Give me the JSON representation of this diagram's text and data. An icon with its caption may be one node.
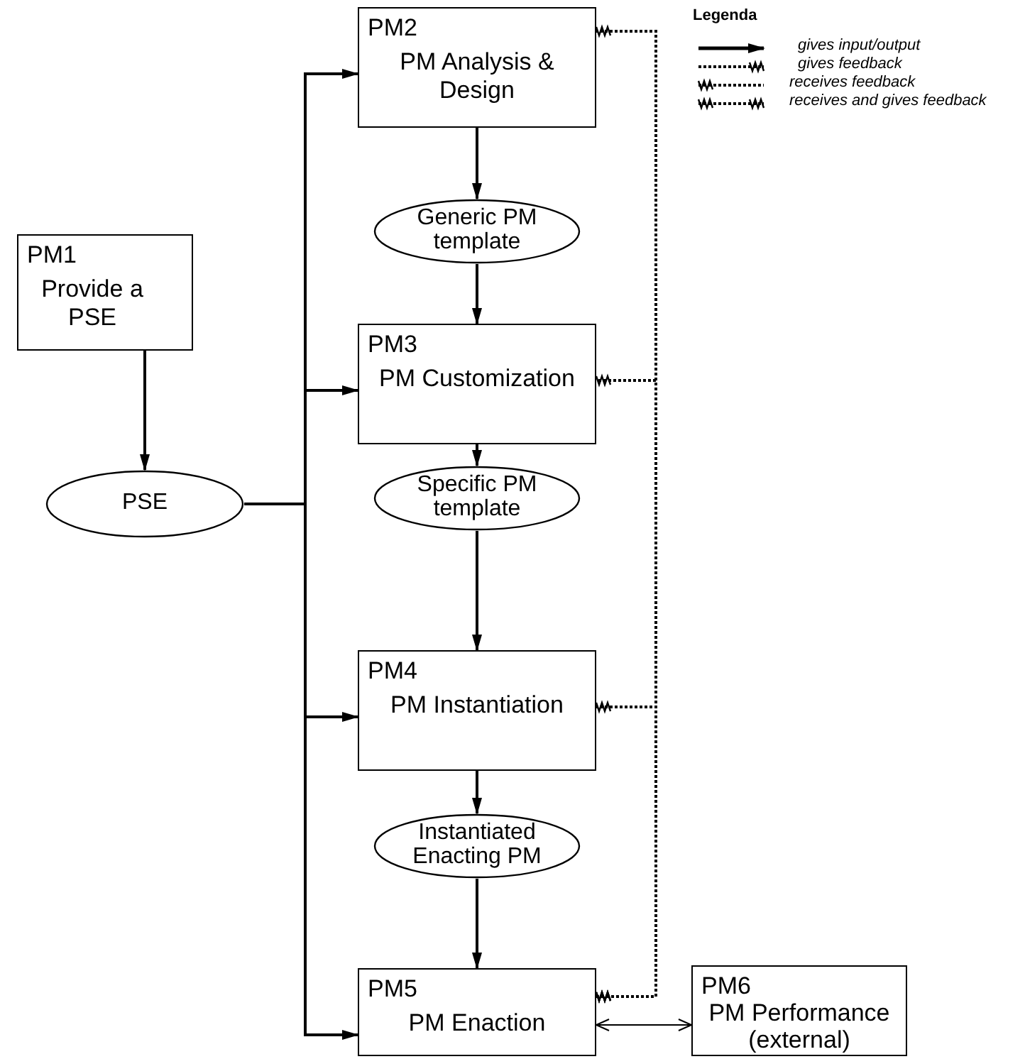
{
  "diagram": {
    "nodes": [
      {
        "text": [
          "PM1",
          "Provide a PSE"
        ]
      },
      {
        "text": [
          "PSE"
        ]
      },
      {
        "text": [
          "PM2",
          "PM Analysis & Design"
        ]
      },
      {
        "text": [
          "Generic PM template"
        ]
      },
      {
        "text": [
          "PM3",
          "PM Customization"
        ]
      },
      {
        "text": [
          "Specific PM template"
        ]
      },
      {
        "text": [
          "PM4",
          "PM Instantiation"
        ]
      },
      {
        "text": [
          "Instantiated Enacting PM"
        ]
      },
      {
        "text": [
          "PM5",
          "PM Enaction"
        ]
      },
      {
        "text": [
          "PM6",
          "PM Performance (external)"
        ]
      }
    ],
    "edges": [
      {
        "from": 0,
        "to": 1,
        "arrow": "to"
      },
      {
        "from": 1,
        "to": 2,
        "arrow": "to"
      },
      {
        "from": 1,
        "to": 4,
        "arrow": "to"
      },
      {
        "from": 1,
        "to": 6,
        "arrow": "to"
      },
      {
        "from": 1,
        "to": 8,
        "arrow": "to"
      },
      {
        "from": 2,
        "to": 3,
        "arrow": "to"
      },
      {
        "from": 3,
        "to": 4,
        "arrow": "to"
      },
      {
        "from": 4,
        "to": 5,
        "arrow": "to"
      },
      {
        "from": 5,
        "to": 6,
        "arrow": "to"
      },
      {
        "from": 6,
        "to": 7,
        "arrow": "to"
      },
      {
        "from": 7,
        "to": 8,
        "arrow": "to"
      },
      {
        "from": 8,
        "to": 9,
        "arrow": "both"
      },
      {
        "from": 8,
        "to": 2,
        "arrow": "other",
        "style": "dashed"
      },
      {
        "from": 8,
        "to": 4,
        "arrow": "other",
        "style": "dashed"
      },
      {
        "from": 8,
        "to": 6,
        "arrow": "other",
        "style": "dashed"
      }
    ],
    "labels": [
      "Legenda"
    ],
    "legend": [
      {
        "text": "gives input/output"
      },
      {
        "text": "gives feedback"
      },
      {
        "text": "receives feedback"
      },
      {
        "text": "receives and gives feedback"
      }
    ]
  }
}
